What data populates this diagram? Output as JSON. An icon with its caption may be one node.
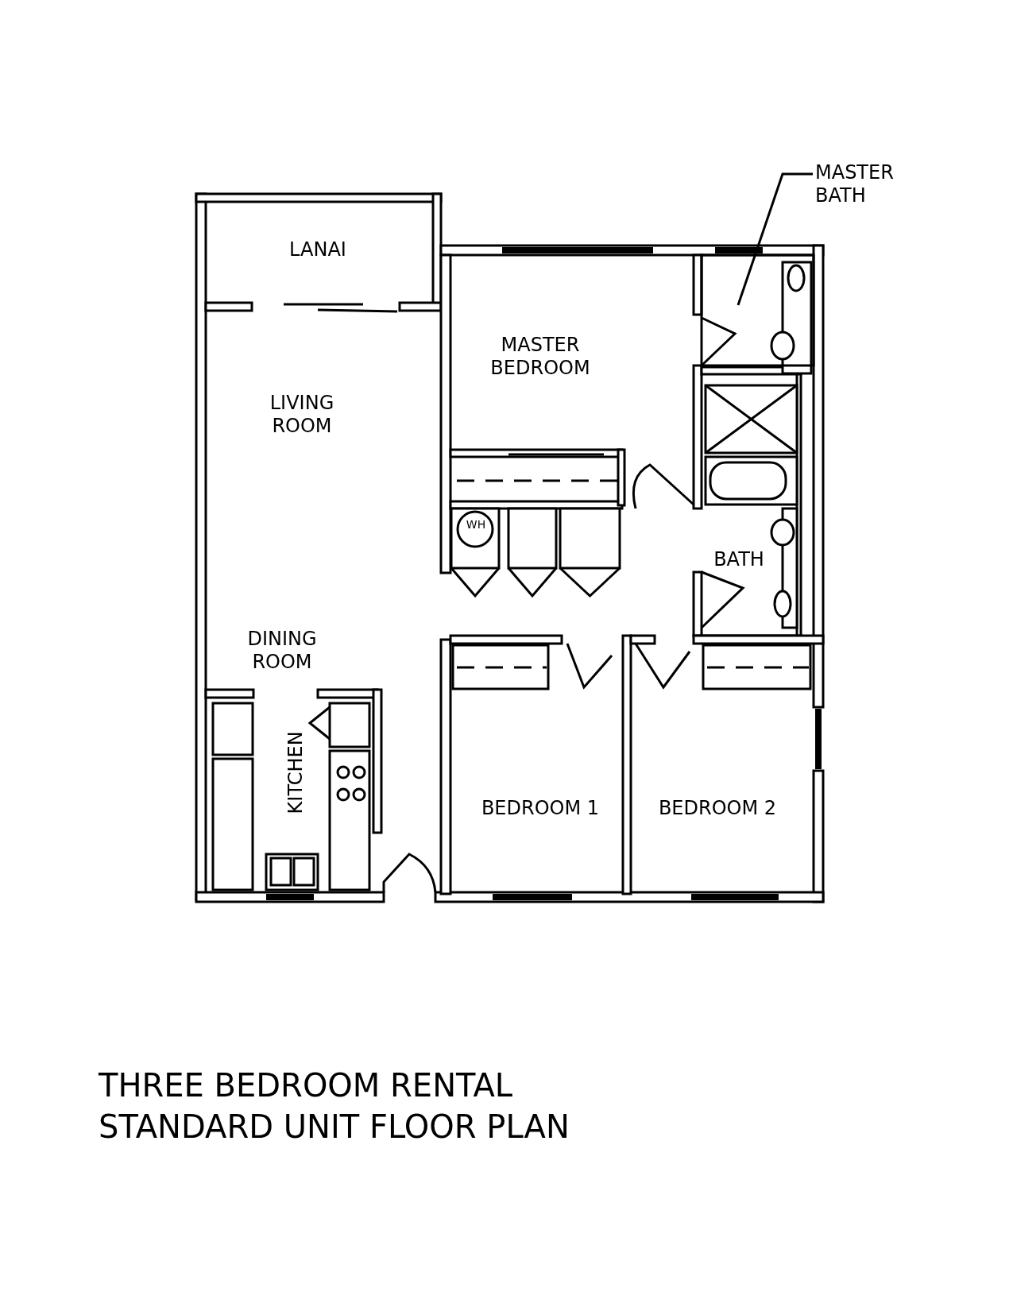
{
  "diagram": {
    "title": "THREE BEDROOM RENTAL STANDARD UNIT FLOOR PLAN",
    "nodes": [
      {
        "text": [
          "MASTER BATH"
        ]
      },
      {
        "text": [],
        "shape": "box"
      }
    ],
    "edges": [
      {
        "from": 0,
        "to": 1,
        "arrow": "none"
      }
    ],
    "labels": [
      "LANAI",
      "MASTER BEDROOM",
      "LIVING ROOM",
      "WH",
      "BATH",
      "DINING ROOM",
      "KITCHEN",
      "BEDROOM 1",
      "BEDROOM 2"
    ]
  }
}
